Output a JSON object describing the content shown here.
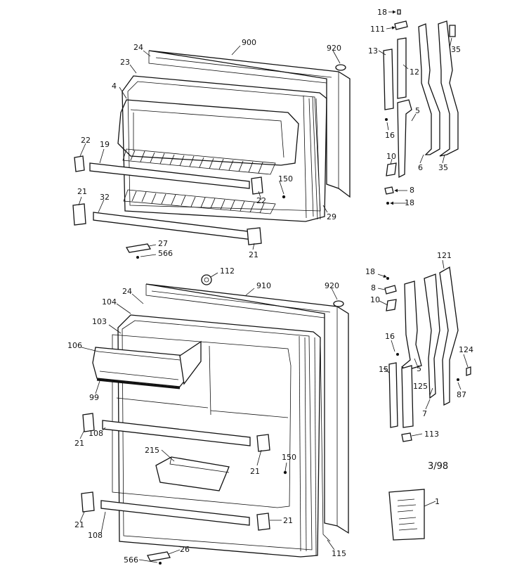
{
  "callouts": {
    "c18a": "18",
    "c111": "111",
    "c13": "13",
    "c12": "12",
    "c35a": "35",
    "c24a": "24",
    "c900": "900",
    "c920a": "920",
    "c23": "23",
    "c4": "4",
    "c5a": "5",
    "c16a": "16",
    "c22a": "22",
    "c19": "19",
    "c10a": "10",
    "c6": "6",
    "c35b": "35",
    "c150a": "150",
    "c8a": "8",
    "c18b": "18",
    "c21a": "21",
    "c32": "32",
    "c22b": "22",
    "c29": "29",
    "c27": "27",
    "c566a": "566",
    "c21b": "21",
    "c112": "112",
    "c910": "910",
    "c920b": "920",
    "c24b": "24",
    "c104": "104",
    "c103": "103",
    "c106": "106",
    "c99": "99",
    "c18c": "18",
    "c8b": "8",
    "c10b": "10",
    "c121": "121",
    "c16b": "16",
    "c124": "124",
    "c15": "15",
    "c5b": "5",
    "c125": "125",
    "c7": "7",
    "c87": "87",
    "c113": "113",
    "c21c": "21",
    "c108a": "108",
    "c215": "215",
    "c21d": "21",
    "c150b": "150",
    "c21e": "21",
    "c108b": "108",
    "c21f": "21",
    "c115": "115",
    "c566b": "566",
    "c26": "26",
    "c1": "1"
  },
  "revision": "3/98"
}
